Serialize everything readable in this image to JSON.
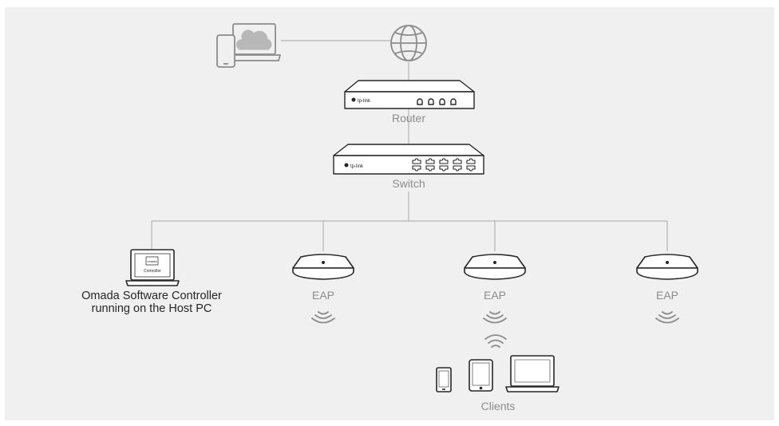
{
  "labels": {
    "router": "Router",
    "switch": "Switch",
    "controller_line1": "Omada Software Controller",
    "controller_line2": "running on the Host PC",
    "eap1": "EAP",
    "eap2": "EAP",
    "eap3": "EAP",
    "clients": "Clients"
  },
  "device_text": {
    "router_brand": "tp-link",
    "switch_brand": "tp-link",
    "laptop_screen_top": "omada",
    "laptop_screen_bottom": "Controller"
  },
  "colors": {
    "background": "#f0f0f0",
    "line": "#b4b4b4",
    "device_stroke": "#262626",
    "internet_stroke": "#8c8c8c",
    "label_gray": "#8c8c8c",
    "label_dark": "#262626"
  },
  "icons": [
    "cloud-laptop-phone-icon",
    "globe-icon",
    "router-icon",
    "switch-icon",
    "laptop-icon",
    "access-point-icon",
    "wifi-icon",
    "phone-icon",
    "tablet-icon"
  ]
}
